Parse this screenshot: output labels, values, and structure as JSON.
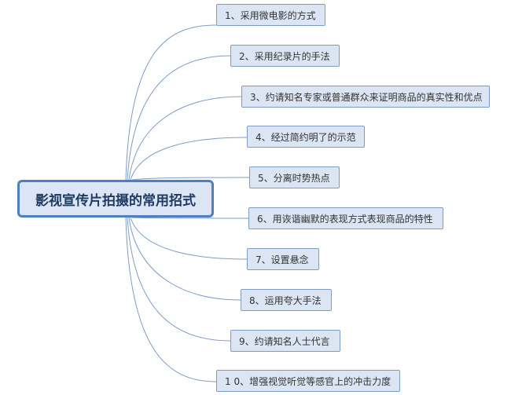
{
  "root": {
    "label": "影视宣传片拍摄的常用招式"
  },
  "branches": [
    {
      "label": "1、采用微电影的方式"
    },
    {
      "label": "2、采用纪录片的手法"
    },
    {
      "label": "3、约请知名专家或普通群众来证明商品的真实性和优点"
    },
    {
      "label": "4、经过简约明了的示范"
    },
    {
      "label": "5、分离时势热点"
    },
    {
      "label": "6、用诙谐幽默的表现方式表现商品的特性"
    },
    {
      "label": "7、设置悬念"
    },
    {
      "label": "8、运用夸大手法"
    },
    {
      "label": "9、约请知名人士代言"
    },
    {
      "label": "1 0、增强视觉听觉等感官上的冲击力度"
    }
  ],
  "colors": {
    "line": "#7d9cc4",
    "node_fill": "#dbe5f3",
    "root_border": "#4f7fbf"
  }
}
